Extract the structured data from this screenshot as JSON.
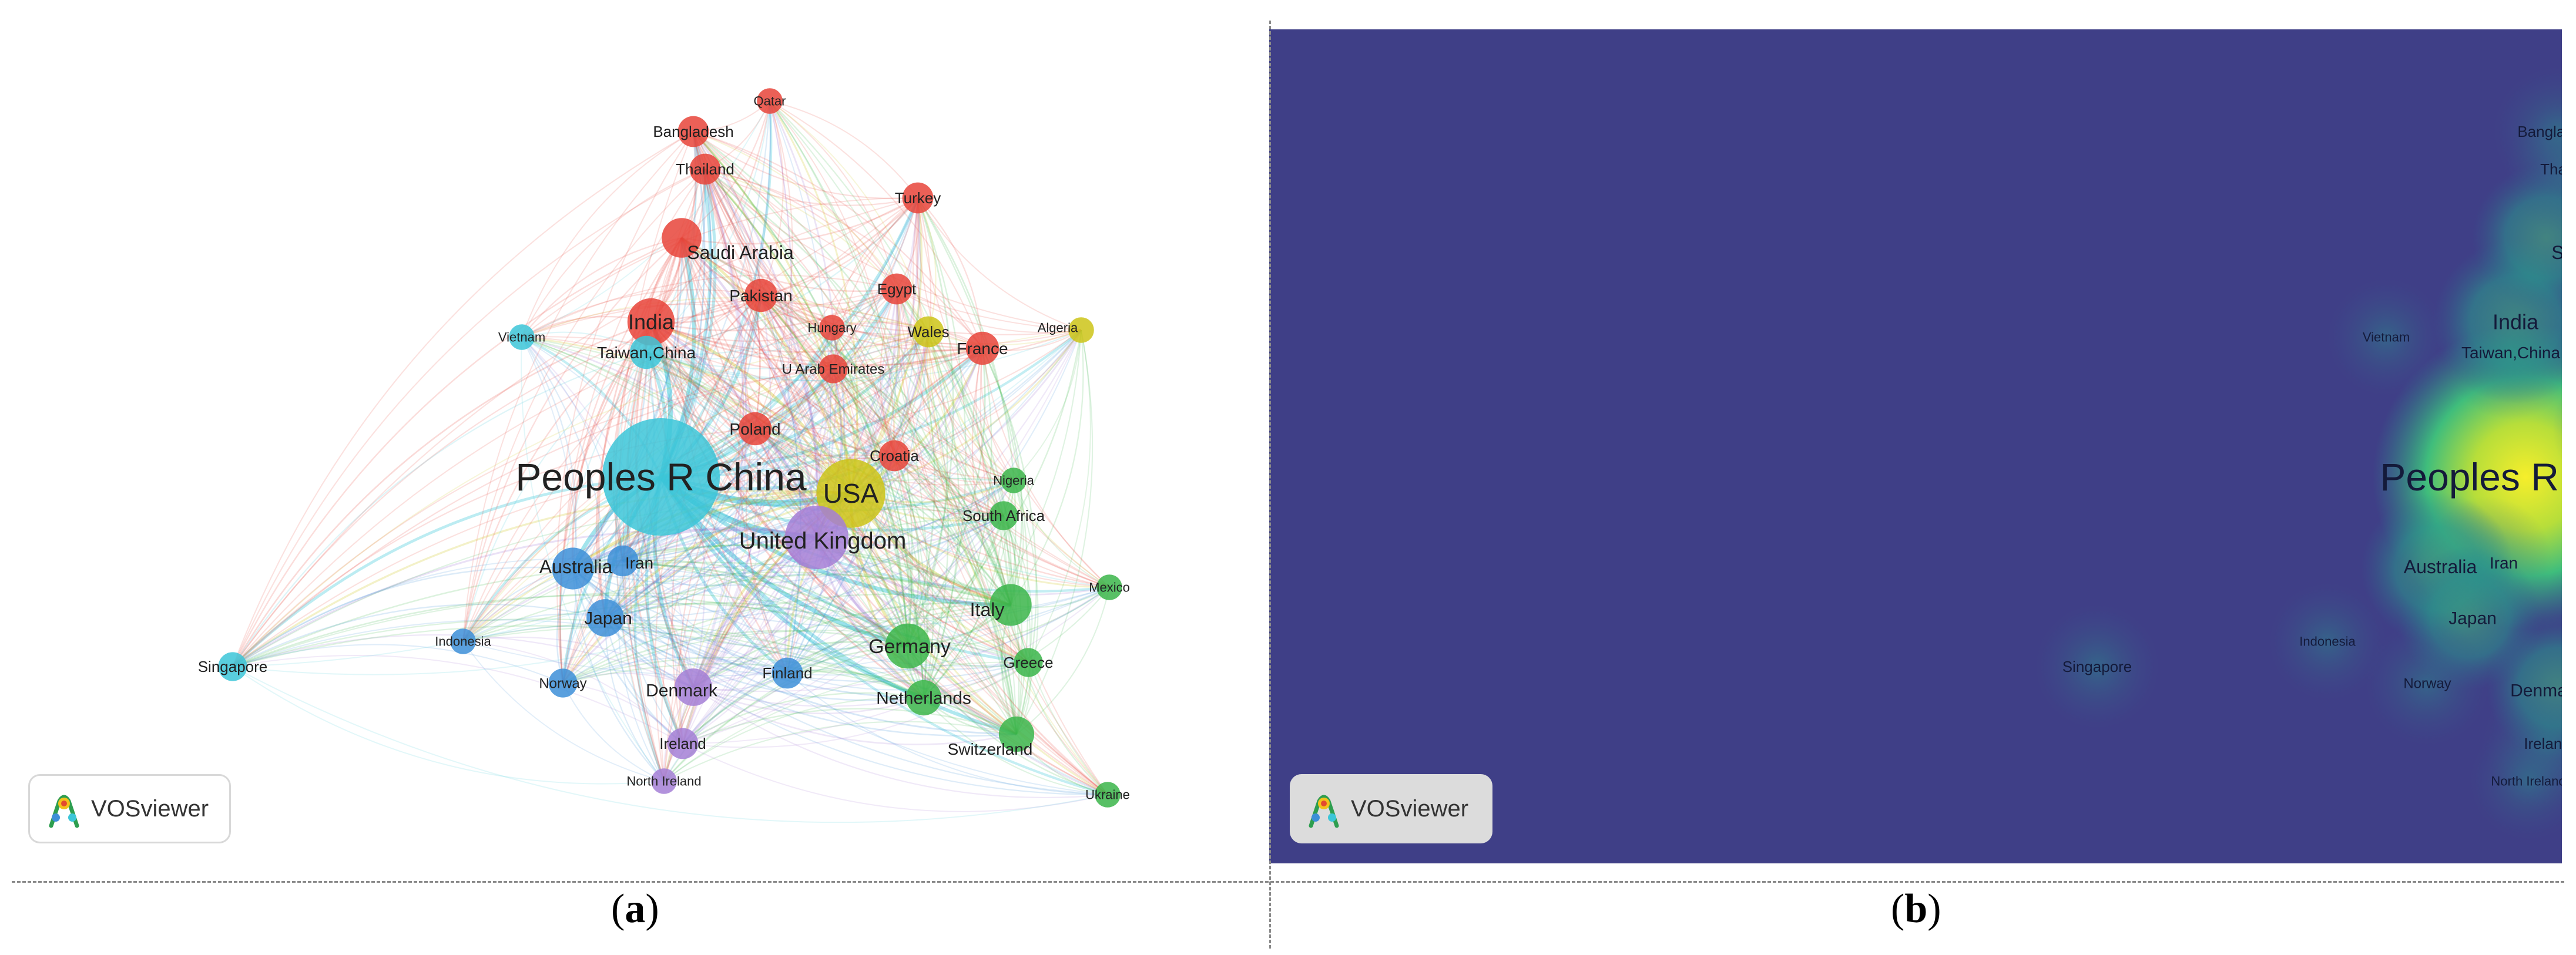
{
  "panels": {
    "a": {
      "caption_paren_open": "(",
      "caption_letter": "a",
      "caption_paren_close": ")"
    },
    "b": {
      "caption_paren_open": "(",
      "caption_letter": "b",
      "caption_paren_close": ")"
    }
  },
  "logo": {
    "text": "VOSviewer",
    "icon": "vosviewer-logo-icon"
  },
  "colors": {
    "red_cluster": "#e8443a",
    "green_cluster": "#3bb54a",
    "blue_cluster": "#3d8fd8",
    "yellow_cluster": "#cdc418",
    "purple_cluster": "#a57fd6",
    "cyan_cluster": "#3cc6d8",
    "density_background": "#3f3f87",
    "density_peak": "#f6ee2b"
  },
  "countries": [
    {
      "name": "Peoples R China",
      "cluster": "cyan",
      "weight": 1.0
    },
    {
      "name": "USA",
      "cluster": "yellow",
      "weight": 0.55
    },
    {
      "name": "United Kingdom",
      "cluster": "purple",
      "weight": 0.5
    },
    {
      "name": "India",
      "cluster": "red",
      "weight": 0.35
    },
    {
      "name": "Germany",
      "cluster": "green",
      "weight": 0.33
    },
    {
      "name": "Italy",
      "cluster": "green",
      "weight": 0.3
    },
    {
      "name": "Australia",
      "cluster": "blue",
      "weight": 0.3
    },
    {
      "name": "Saudi Arabia",
      "cluster": "red",
      "weight": 0.28
    },
    {
      "name": "Japan",
      "cluster": "blue",
      "weight": 0.26
    },
    {
      "name": "Denmark",
      "cluster": "purple",
      "weight": 0.26
    },
    {
      "name": "Netherlands",
      "cluster": "green",
      "weight": 0.24
    },
    {
      "name": "Switzerland",
      "cluster": "green",
      "weight": 0.24
    },
    {
      "name": "Pakistan",
      "cluster": "red",
      "weight": 0.22
    },
    {
      "name": "Taiwan,China",
      "cluster": "cyan",
      "weight": 0.22
    },
    {
      "name": "France",
      "cluster": "red",
      "weight": 0.22
    },
    {
      "name": "Poland",
      "cluster": "red",
      "weight": 0.22
    },
    {
      "name": "Iran",
      "cluster": "blue",
      "weight": 0.2
    },
    {
      "name": "Finland",
      "cluster": "blue",
      "weight": 0.2
    },
    {
      "name": "Ireland",
      "cluster": "purple",
      "weight": 0.2
    },
    {
      "name": "Egypt",
      "cluster": "red",
      "weight": 0.2
    },
    {
      "name": "Wales",
      "cluster": "yellow",
      "weight": 0.2
    },
    {
      "name": "Croatia",
      "cluster": "red",
      "weight": 0.2
    },
    {
      "name": "Thailand",
      "cluster": "red",
      "weight": 0.2
    },
    {
      "name": "Bangladesh",
      "cluster": "red",
      "weight": 0.2
    },
    {
      "name": "Turkey",
      "cluster": "red",
      "weight": 0.2
    },
    {
      "name": "Greece",
      "cluster": "green",
      "weight": 0.18
    },
    {
      "name": "South Africa",
      "cluster": "green",
      "weight": 0.18
    },
    {
      "name": "Norway",
      "cluster": "blue",
      "weight": 0.18
    },
    {
      "name": "U Arab Emirates",
      "cluster": "red",
      "weight": 0.18
    },
    {
      "name": "Singapore",
      "cluster": "cyan",
      "weight": 0.18
    },
    {
      "name": "Hungary",
      "cluster": "red",
      "weight": 0.15
    },
    {
      "name": "Nigeria",
      "cluster": "green",
      "weight": 0.15
    },
    {
      "name": "Algeria",
      "cluster": "yellow",
      "weight": 0.15
    },
    {
      "name": "Vietnam",
      "cluster": "cyan",
      "weight": 0.15
    },
    {
      "name": "Indonesia",
      "cluster": "blue",
      "weight": 0.15
    },
    {
      "name": "Mexico",
      "cluster": "green",
      "weight": 0.15
    },
    {
      "name": "North Ireland",
      "cluster": "purple",
      "weight": 0.15
    },
    {
      "name": "Qatar",
      "cluster": "red",
      "weight": 0.15
    },
    {
      "name": "Ukraine",
      "cluster": "green",
      "weight": 0.15
    }
  ]
}
